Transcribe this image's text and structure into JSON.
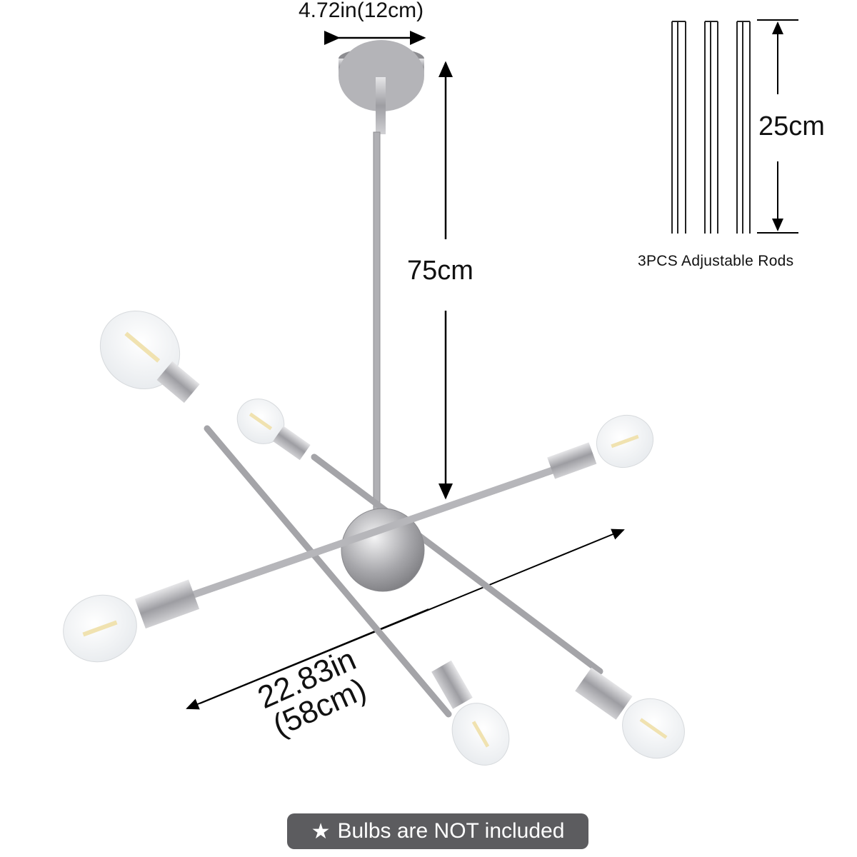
{
  "title": "Sputnik chandelier dimensions",
  "dimensions": {
    "canopy_width": "4.72in(12cm)",
    "drop_length": "75cm",
    "rod_length": "25cm",
    "rods_caption": "3PCS Adjustable Rods",
    "span_in": "22.83in",
    "span_cm": "(58cm)"
  },
  "notice": {
    "icon": "star-icon",
    "glyph": "★",
    "text": "Bulbs are NOT included",
    "bg_color": "#5c5c5f"
  },
  "product": {
    "arms": 6,
    "finish_color": "#b8b8bc",
    "rod_count": 3
  }
}
